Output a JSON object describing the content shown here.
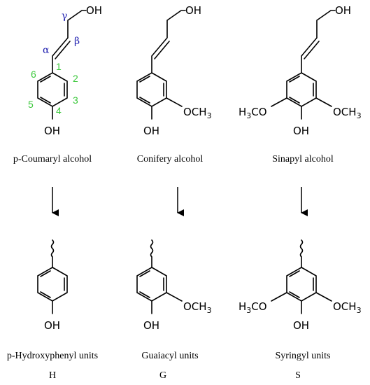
{
  "atoms": {
    "oh": "OH",
    "och3": "OCH",
    "h3co_pre": "H",
    "h3co_post": "CO",
    "three": "3"
  },
  "greek": {
    "gamma": "γ",
    "beta": "β",
    "alpha": "α"
  },
  "positions": [
    "1",
    "2",
    "3",
    "4",
    "5",
    "6"
  ],
  "monolignols": [
    {
      "name": "p-Coumaryl alcohol"
    },
    {
      "name": "Conifery alcohol"
    },
    {
      "name": "Sinapyl alcohol"
    }
  ],
  "units": [
    {
      "name": "p-Hydroxyphenyl units",
      "code": "H"
    },
    {
      "name": "Guaiacyl units",
      "code": "G"
    },
    {
      "name": "Syringyl units",
      "code": "S"
    }
  ],
  "colors": {
    "greek_labels": "#2020b0",
    "position_numbers": "#3cc83c"
  }
}
